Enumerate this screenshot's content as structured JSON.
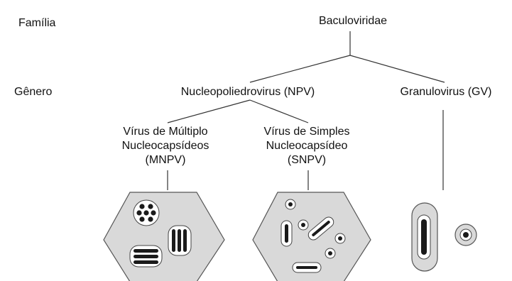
{
  "rank_labels": {
    "family": "Família",
    "genus": "Gênero"
  },
  "nodes": {
    "family_name": "Baculoviridae",
    "npv": "Nucleopoliedrovirus (NPV)",
    "gv": "Granulovirus (GV)",
    "mnpv": {
      "line1": "Vírus de Múltiplo",
      "line2": "Nucleocapsídeos",
      "line3": "(MNPV)"
    },
    "snpv": {
      "line1": "Vírus de Simples",
      "line2": "Nucleocapsídeo",
      "line3": "(SNPV)"
    }
  },
  "colors": {
    "line": "#333333",
    "polyhedron_fill": "#d9d9d9",
    "polyhedron_stroke": "#555555",
    "envelope_fill": "#ffffff",
    "nucleocapsid": "#1a1a1a"
  }
}
